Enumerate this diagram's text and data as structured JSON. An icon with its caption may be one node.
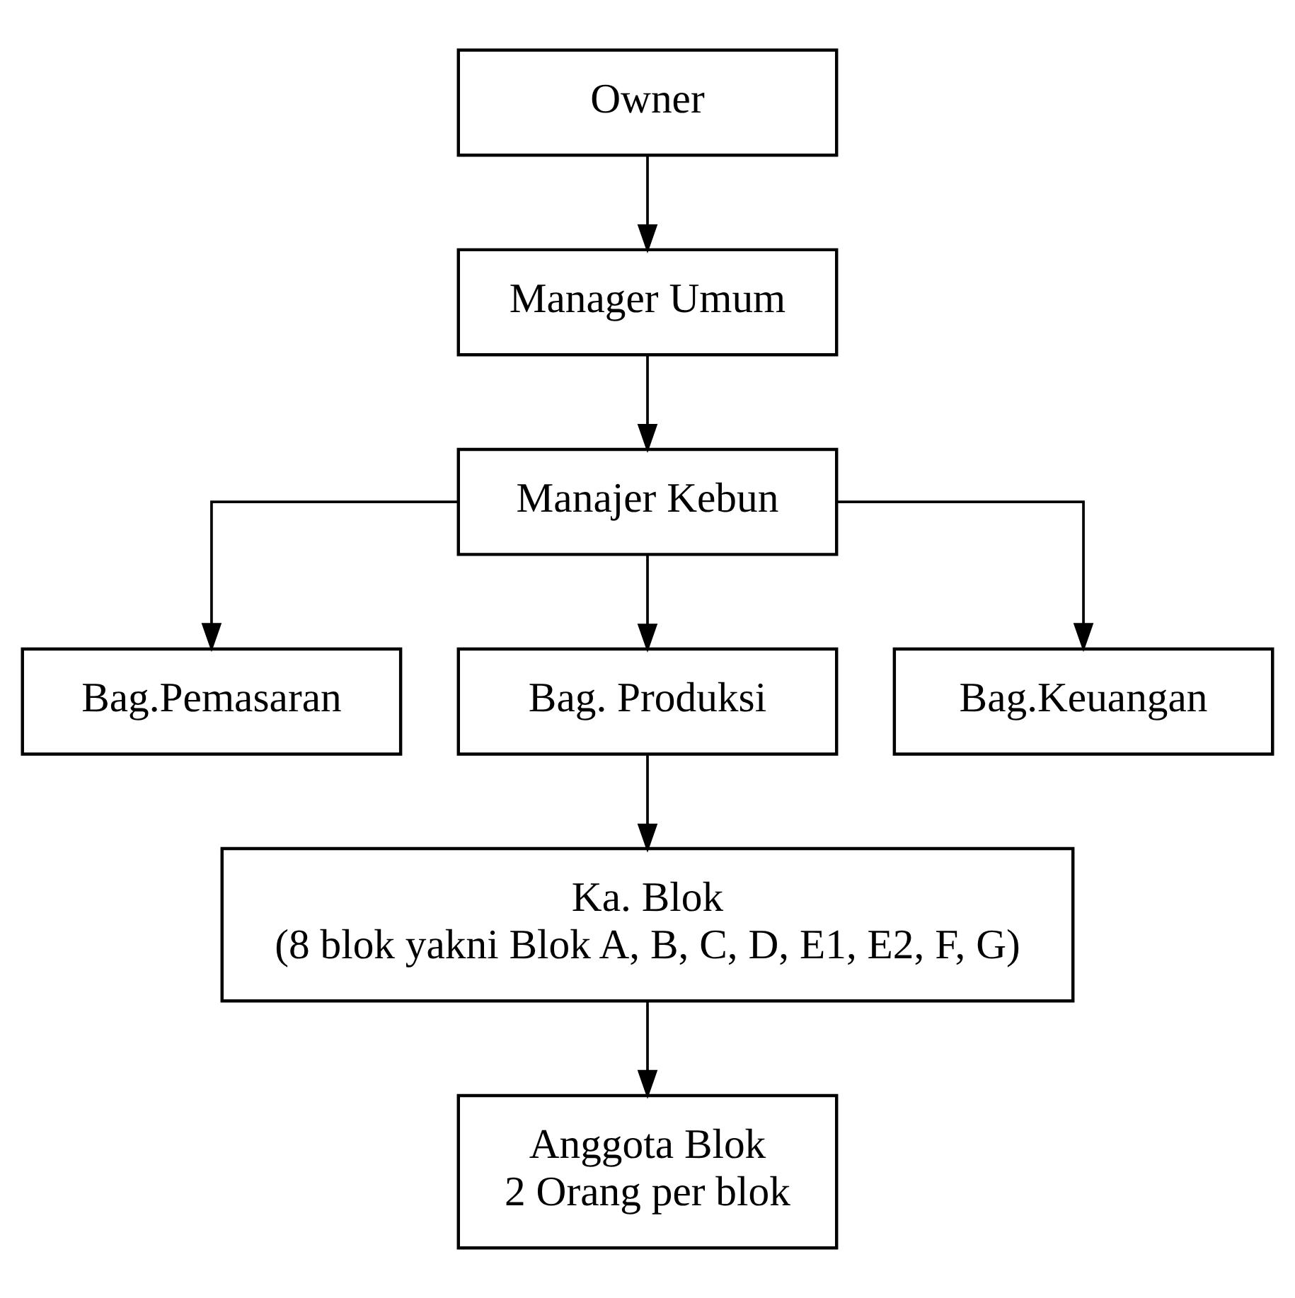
{
  "diagram": {
    "nodes": [
      {
        "text": [
          "Owner"
        ]
      },
      {
        "text": [
          "Manager Umum"
        ]
      },
      {
        "text": [
          "Manajer Kebun"
        ]
      },
      {
        "text": [
          "Bag.Pemasaran"
        ]
      },
      {
        "text": [
          "Bag. Produksi"
        ]
      },
      {
        "text": [
          "Bag.Keuangan"
        ]
      },
      {
        "text": [
          "Ka. Blok",
          "(8 blok yakni Blok A, B, C, D, E1, E2, F, G)"
        ]
      },
      {
        "text": [
          "Anggota Blok",
          "2 Orang per blok"
        ]
      }
    ],
    "edges": [
      {
        "from": 0,
        "to": 1,
        "arrow": "to"
      },
      {
        "from": 1,
        "to": 2,
        "arrow": "to"
      },
      {
        "from": 2,
        "to": 3,
        "arrow": "to"
      },
      {
        "from": 2,
        "to": 4,
        "arrow": "to"
      },
      {
        "from": 2,
        "to": 5,
        "arrow": "to"
      },
      {
        "from": 4,
        "to": 6,
        "arrow": "to"
      },
      {
        "from": 6,
        "to": 7,
        "arrow": "to"
      }
    ]
  }
}
